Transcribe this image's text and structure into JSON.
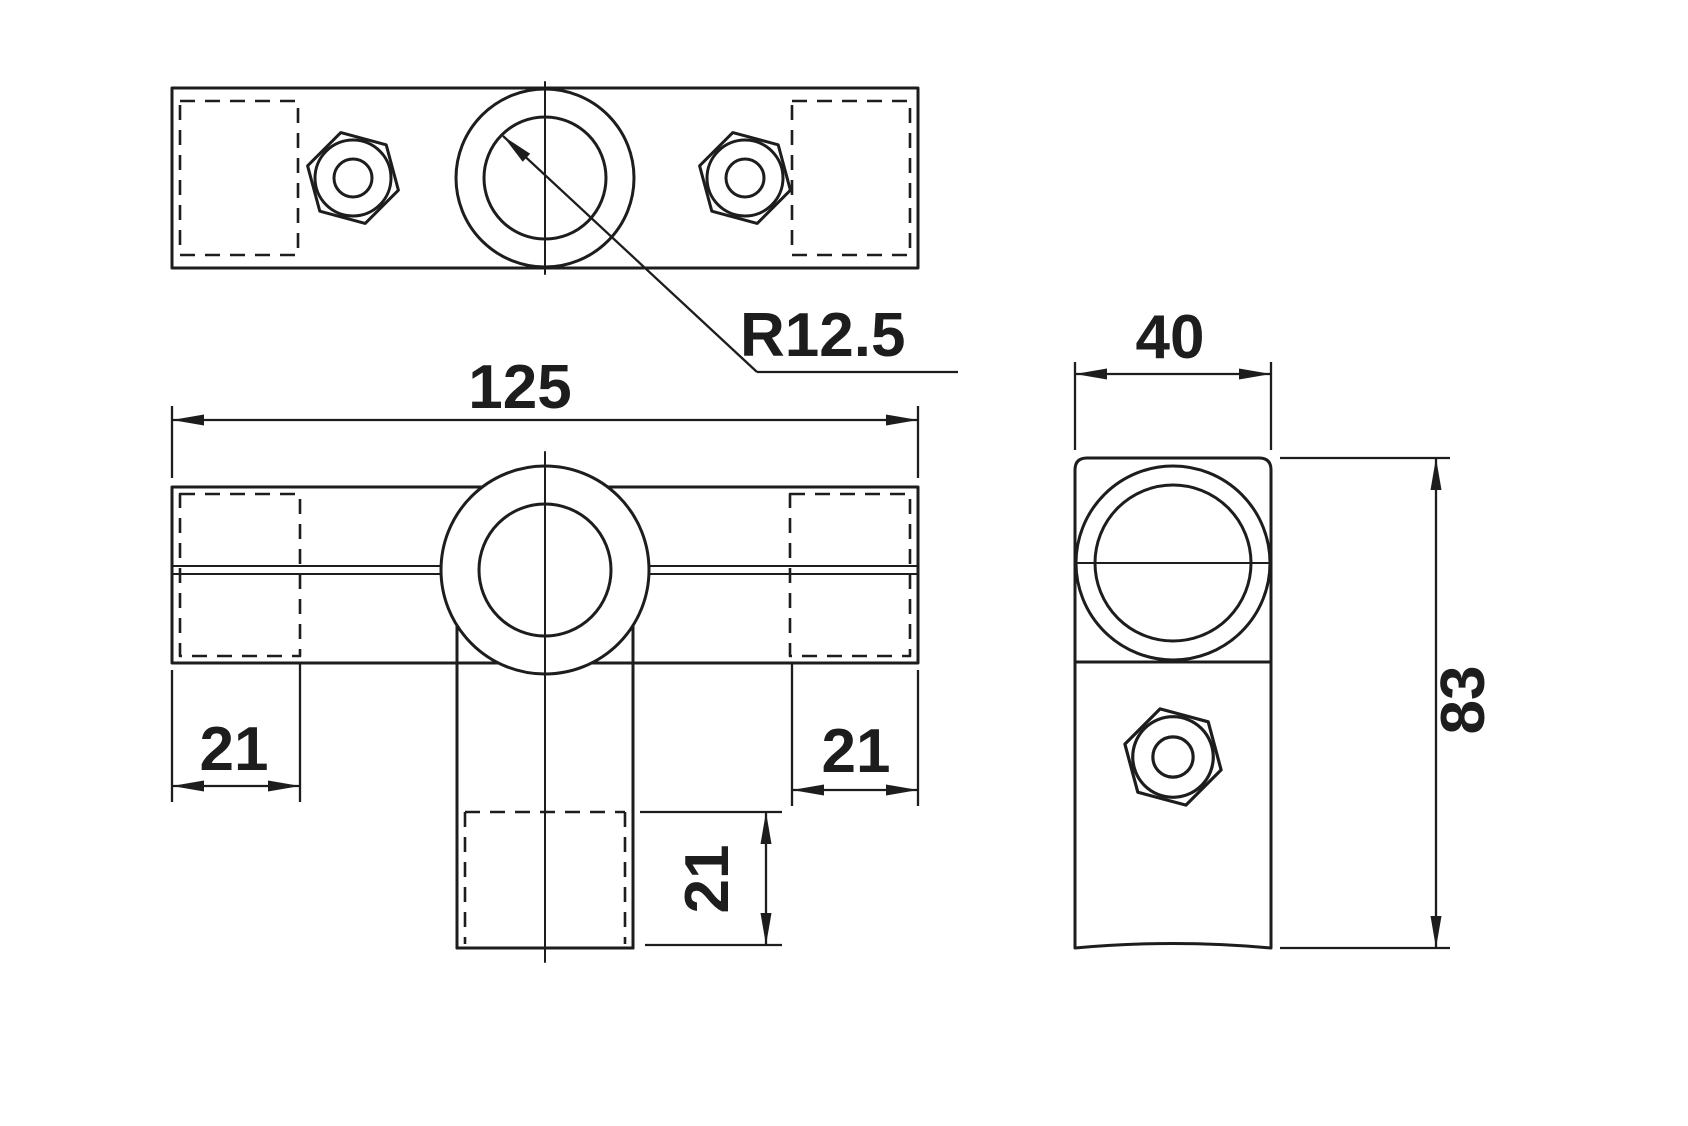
{
  "canvas": {
    "background": "#ffffff",
    "line_color": "#1d1d1d",
    "text_color": "#1d1d1d"
  },
  "drawing": {
    "dimensions": {
      "radius_label": "R12.5",
      "overall_width": "125",
      "socket_depth_left": "21",
      "socket_depth_right": "21",
      "socket_depth_bottom": "21",
      "side_width": "40",
      "side_height": "83"
    }
  }
}
